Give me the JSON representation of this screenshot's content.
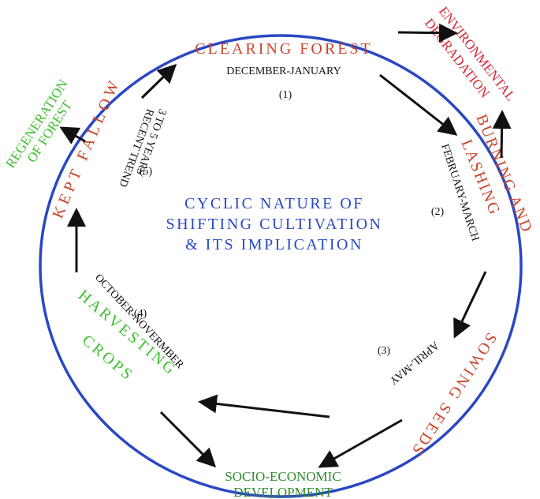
{
  "title": [
    "CYCLIC NATURE OF",
    "SHIFTING CULTIVATION",
    "& ITS IMPLICATION"
  ],
  "stages": {
    "clearing": {
      "label": "CLEARING FOREST",
      "period": "DECEMBER-JANUARY",
      "number": "(1)"
    },
    "burning": {
      "label_lines": [
        "BURNING AND",
        "LASHING"
      ],
      "period": "FEBRUARY-MARCH",
      "number": "(2)"
    },
    "sowing": {
      "label": "SOWING SEEDS",
      "period": "APRIL-MAY",
      "number": "(3)"
    },
    "harvesting": {
      "label_lines": [
        "HARVESTING",
        "CROPS"
      ],
      "period": "OCTOBER-NOVERMBER",
      "number": "(4)"
    },
    "fallow": {
      "label": "KEPT FALLOW",
      "period_lines": [
        "3 TO 5 YEARS",
        "RECENT TREND"
      ],
      "number": "(5)"
    }
  },
  "implications": {
    "environmental": [
      "ENVIRONMENTAL",
      "DEGRADATION"
    ],
    "regeneration": [
      "REGENERATION",
      "OF FOREST"
    ],
    "socio_economic": [
      "SOCIO-ECONOMIC",
      "DEVELOPMENT"
    ]
  },
  "colors": {
    "circle": "#2a48c4",
    "title": "#2a48c4",
    "stage_red": "#c9452c",
    "implication_red": "#d62838",
    "green": "#3fbf2e",
    "dark_green": "#2e8a2e",
    "arrow": "#111111",
    "text": "#111111"
  }
}
